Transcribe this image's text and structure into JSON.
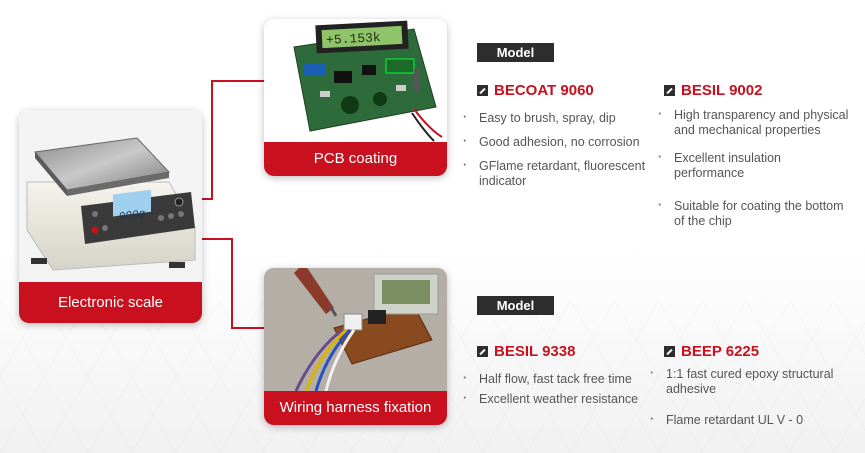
{
  "cards": {
    "scale": {
      "caption": "Electronic scale",
      "lcd": "000g"
    },
    "pcb": {
      "caption": "PCB coating",
      "lcd": "+5.153k"
    },
    "wire": {
      "caption": "Wiring harness fixation"
    }
  },
  "sections": [
    {
      "badge": "Model",
      "products": [
        {
          "name": "BECOAT 9060",
          "features": [
            "Easy to brush, spray, dip",
            "Good adhesion, no corrosion",
            "GFlame retardant, fluorescent indicator"
          ]
        },
        {
          "name": "BESIL 9002",
          "features": [
            "High transparency and physical and mechanical properties",
            "Excellent insulation performance",
            "Suitable for coating the bottom of the chip"
          ]
        }
      ]
    },
    {
      "badge": "Model",
      "products": [
        {
          "name": "BESIL 9338",
          "features": [
            "Half flow, fast tack free time",
            "Excellent weather resistance"
          ]
        },
        {
          "name": "BEEP 6225",
          "features": [
            "1:1 fast cured epoxy structural adhesive",
            "Flame retardant UL V - 0"
          ]
        }
      ]
    }
  ],
  "colors": {
    "accent": "#c8101f",
    "badge": "#2d2d2d",
    "text": "#555555"
  }
}
